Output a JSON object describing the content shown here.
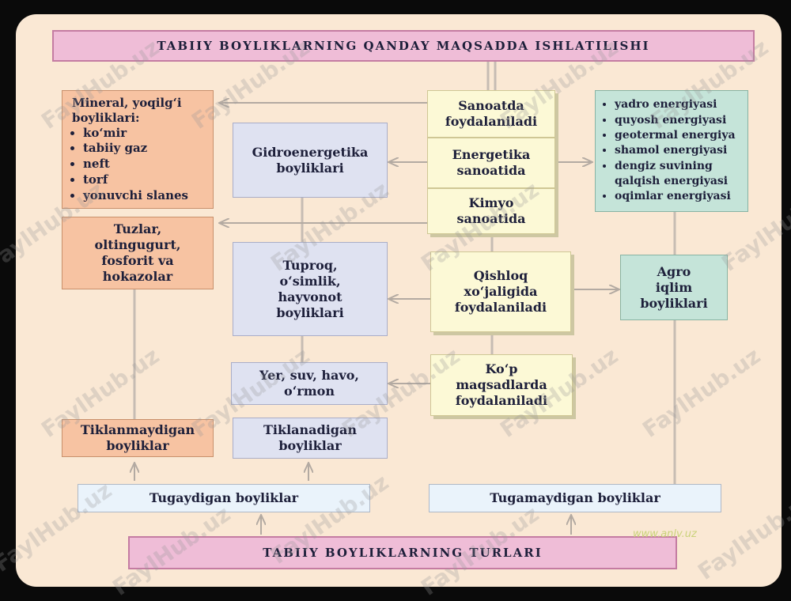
{
  "top_title": "TABIIY BOYLIKLARNING QANDAY MAQSADDA ISHLATILISHI",
  "bottom_title": "TABIIY BOYLIKLARNING TURLARI",
  "mineral": {
    "title_lines": [
      "Mineral, yoqilg‘i",
      "boyliklari:"
    ],
    "items": [
      "ko‘mir",
      "tabiiy gaz",
      "neft",
      "torf",
      "yonuvchi slanes"
    ]
  },
  "tuzlar": [
    "Tuzlar,",
    "oltingugurt,",
    "fosforit va",
    "hokazolar"
  ],
  "gidro": [
    "Gidroenergetika",
    "boyliklari"
  ],
  "tuproq": [
    "Tuproq,",
    "o‘simlik,",
    "hayvonot",
    "boyliklari"
  ],
  "yer_suv": [
    "Yer, suv, havo,",
    "o‘rmon"
  ],
  "tiklanmaydigan": [
    "Tiklanmaydigan",
    "boyliklar"
  ],
  "tiklanadigan": [
    "Tiklanadigan",
    "boyliklar"
  ],
  "sanoat": [
    "Sanoatda",
    "foydalaniladi"
  ],
  "energetika": [
    "Energetika",
    "sanoatida"
  ],
  "kimyo": [
    "Kimyo",
    "sanoatida"
  ],
  "qishloq": [
    "Qishloq",
    "xo‘jaligida",
    "foydalaniladi"
  ],
  "kop": [
    "Ko‘p",
    "maqsadlarda",
    "foydalaniladi"
  ],
  "energy_list": [
    "yadro energiyasi",
    "quyosh energiyasi",
    "geotermal energiya",
    "shamol energiyasi",
    "dengiz suvining qalqish energiyasi",
    "oqimlar energiyasi"
  ],
  "agro": [
    "Agro",
    "iqlim",
    "boyliklari"
  ],
  "tugaydigan": "Tugaydigan boyliklar",
  "tugamaydigan": "Tugamaydigan boyliklar",
  "website": "www.anlv.uz",
  "watermark": "FaylHub.uz",
  "colors": {
    "title_pink": "#efbdd7",
    "orange": "#f7c3a2",
    "blue": "#dfe2f1",
    "green": "#c5e4d9",
    "yellow": "#fcf9d6",
    "pale_blue": "#eaf3fb",
    "panel": "#fae8d4"
  }
}
